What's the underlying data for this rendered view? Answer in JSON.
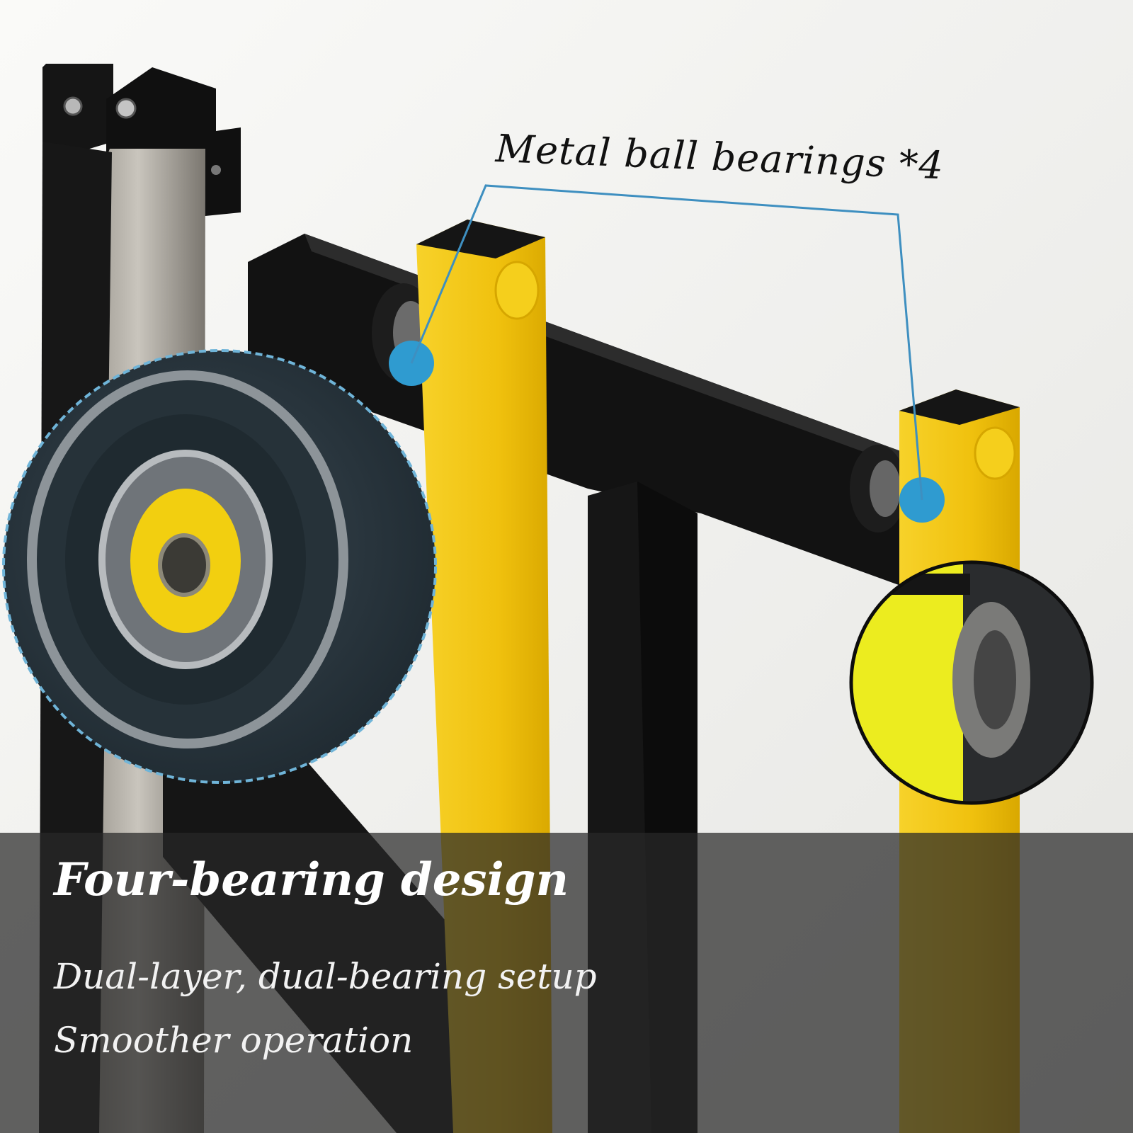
{
  "callout": {
    "label": "Metal ball bearings *4"
  },
  "caption": {
    "title": "Four-bearing design",
    "line1": "Dual-layer, dual-bearing setup",
    "line2": "Smoother operation"
  },
  "colors": {
    "frame_yellow": "#f1c40f",
    "frame_black": "#141414",
    "marker_blue": "#2f9bd0",
    "wall": "#f4f4f2"
  }
}
